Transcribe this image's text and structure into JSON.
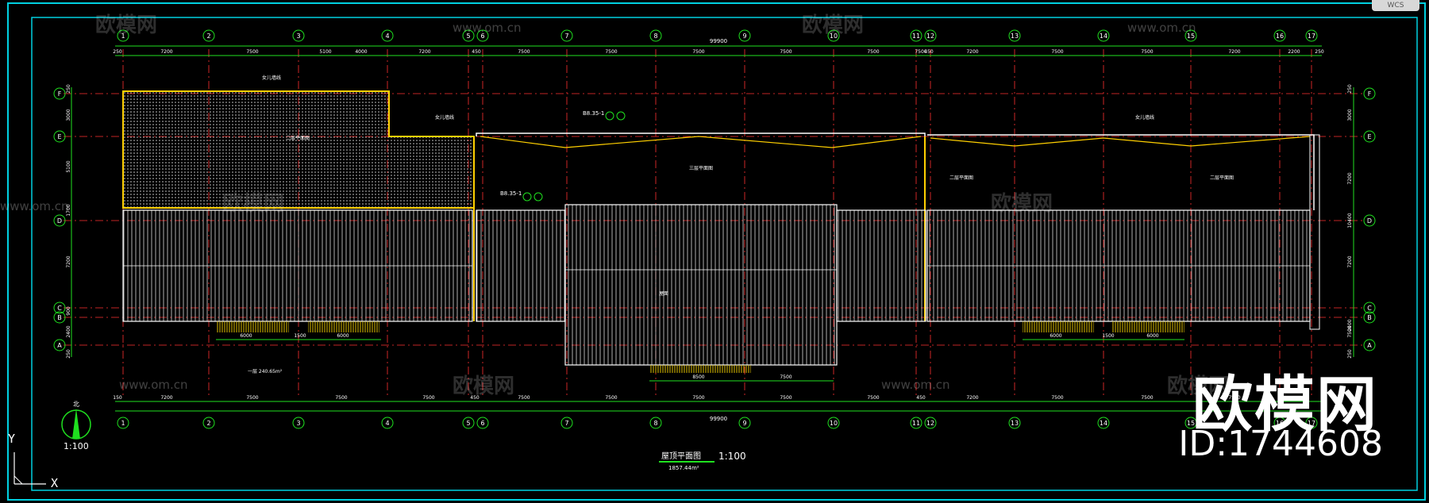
{
  "watermark": {
    "brand": "欧模网",
    "id_text": "ID:1744608",
    "url": "www.om.cn"
  },
  "viewport_label": "WCS",
  "ucs": {
    "y": "Y",
    "x": "X"
  },
  "north_scale": "1:100",
  "title": {
    "name": "屋顶平面图",
    "scale": "1:100",
    "area": "1857.44m²"
  },
  "area_note": "一层  240.65m²",
  "grid_cols": [
    "1",
    "2",
    "3",
    "4",
    "5",
    "6",
    "7",
    "8",
    "9",
    "10",
    "11",
    "12",
    "13",
    "14",
    "15",
    "16",
    "17"
  ],
  "grid_rows": [
    "F",
    "E",
    "D",
    "C",
    "B",
    "A"
  ],
  "top_dims": [
    "250",
    "7200",
    "7500",
    "5100",
    "4000",
    "7200",
    "450",
    "7500",
    "7500",
    "7500",
    "7500",
    "7500",
    "7500",
    "450",
    "7200",
    "7500",
    "7500",
    "7200",
    "2200",
    "250"
  ],
  "total_dim": "99900",
  "bottom_dims": [
    "150",
    "7200",
    "7500",
    "7500",
    "7500",
    "450",
    "7500",
    "7500",
    "7500",
    "7500",
    "7500",
    "450",
    "7200",
    "7500",
    "7500",
    "7500"
  ],
  "bottom_sub_dims": [
    "6000",
    "1500",
    "6000",
    "8500",
    "7500",
    "6000",
    "1500",
    "6000"
  ],
  "left_dims": [
    "250",
    "3000",
    "5100",
    "1700",
    "7200",
    "900",
    "2400",
    "250"
  ],
  "right_dims": [
    "250",
    "3000",
    "7200",
    "10400",
    "7200",
    "2400",
    "7500",
    "250"
  ],
  "room_labels": [
    "二层平面图",
    "屋面",
    "三层平面图",
    "二层平面图",
    "二层平面图"
  ],
  "callouts": [
    "B8.35-1",
    "B8.35-1",
    "女儿墙线",
    "女儿墙线",
    "女儿墙线"
  ],
  "colors": {
    "frame": "#00d0e0",
    "grid": "#1fe01f",
    "axis": "#ff3030",
    "wall": "#ffffff",
    "parapet": "#ffd000",
    "dim": "#1fe01f"
  }
}
